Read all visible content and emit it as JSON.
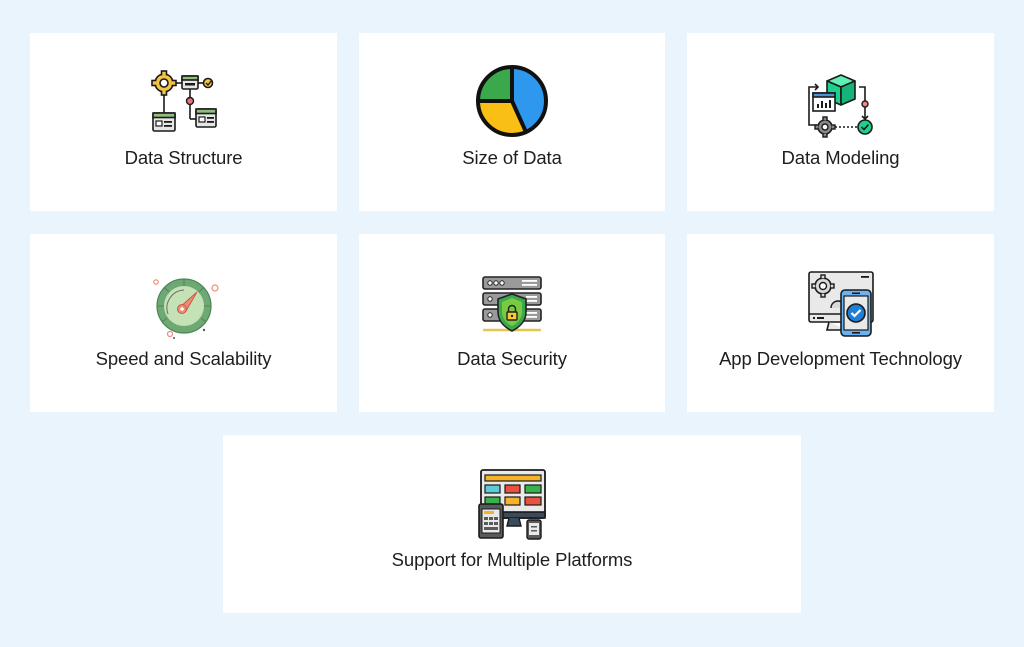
{
  "page": {
    "background": "#e9f4fd",
    "card_background": "#ffffff"
  },
  "cards": [
    {
      "label": "Data Structure",
      "icon": "data-structure-icon"
    },
    {
      "label": "Size of Data",
      "icon": "pie-chart-icon"
    },
    {
      "label": "Data Modeling",
      "icon": "data-modeling-icon"
    },
    {
      "label": "Speed and Scalability",
      "icon": "speedometer-icon"
    },
    {
      "label": "Data Security",
      "icon": "server-shield-icon"
    },
    {
      "label": "App Development Technology",
      "icon": "app-development-icon"
    },
    {
      "label": "Support for Multiple Platforms",
      "icon": "multi-device-icon"
    }
  ],
  "colors": {
    "outline": "#1a1a1a",
    "green": "#3aa94b",
    "yellow": "#f9bf15",
    "blue": "#2e97ee",
    "teal": "#1fd08c",
    "red": "#e8534a",
    "light_green": "#b9dca9",
    "dark_green": "#5f9e6a",
    "salmon": "#ef8b74"
  }
}
